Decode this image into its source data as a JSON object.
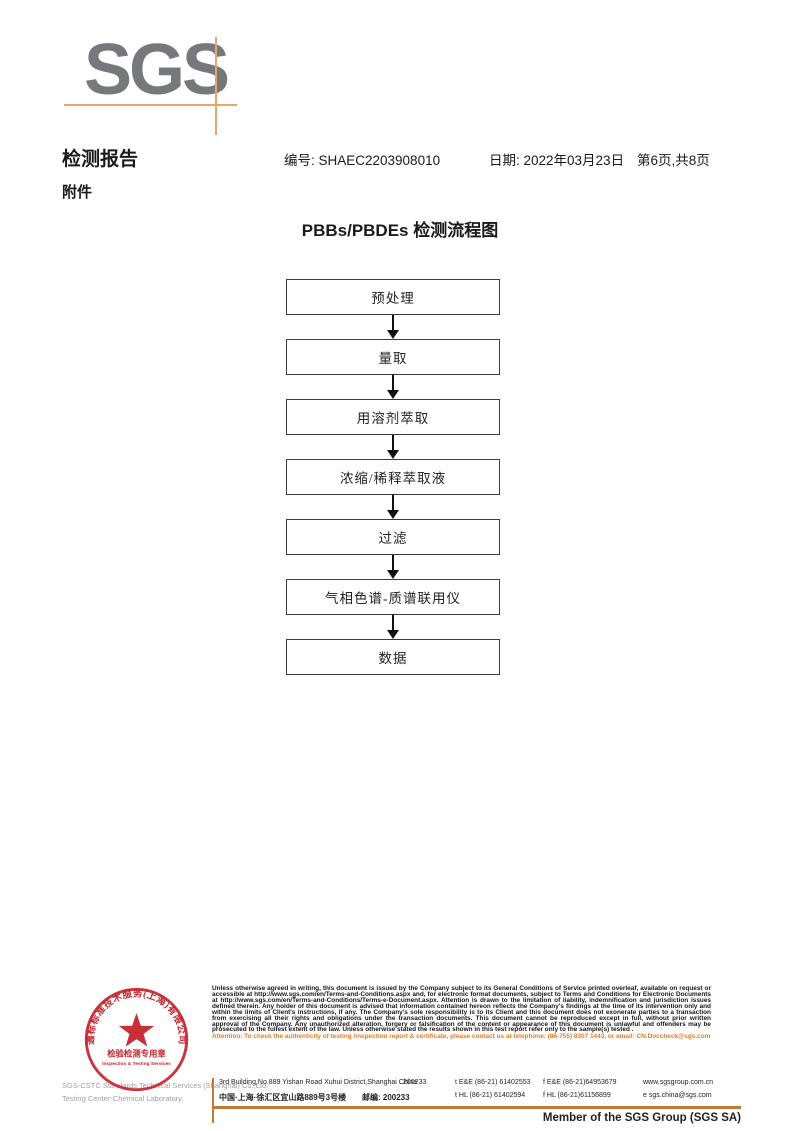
{
  "logo": {
    "text": "SGS"
  },
  "header": {
    "title": "检测报告",
    "number": "编号: SHAEC2203908010",
    "date": "日期: 2022年03月23日",
    "page": "第6页,共8页",
    "attachment": "附件"
  },
  "flowchart": {
    "title": "PBBs/PBDEs 检测流程图",
    "steps": [
      "预处理",
      "量取",
      "用溶剂萃取",
      "浓缩/稀释萃取液",
      "过滤",
      "气相色谱-质谱联用仪",
      "数据"
    ]
  },
  "stamp": {
    "ring_text": "通标标准技术服务(上海)有限公司",
    "center_cn": "检验检测专用章",
    "center_en": "Inspection & Testing Services",
    "company_en": "SGS-CSTC Standards Technical Services (Shanghai) Co.,Ltd.",
    "company_dept": "Testing Center-Chemical Laboratory."
  },
  "legal": {
    "disclaimer": "Unless otherwise agreed in writing, this document is issued by the Company subject to its General Conditions of Service printed overleaf, available on request or accessible at http://www.sgs.com/en/Terms-and-Conditions.aspx and, for electronic format documents, subject to Terms and Conditions for Electronic Documents at http://www.sgs.com/en/Terms-and-Conditions/Terms-e-Document.aspx. Attention is drawn to the limitation of liability, indemnification and jurisdiction issues defined therein. Any holder of this document is advised that information contained hereon reflects the Company's findings at the time of its intervention only and within the limits of Client's instructions, if any. The Company's sole responsibility is to its Client and this document does not exonerate parties to a transaction from exercising all their rights and obligations under the transaction documents. This document cannot be reproduced except in full, without prior written approval of the Company. Any unauthorized alteration, forgery or falsification of the content or appearance of this document is unlawful and offenders may be prosecuted to the fullest extent of the law. Unless otherwise stated the results shown in this test report refer only to the sample(s) tested .",
    "attention": "Attention: To check the authenticity of testing /inspection report & certificate, please contact us at telephone: (86-755) 8307 1443, or email: CN.Doccheck@sgs.com"
  },
  "address": {
    "en": "3rd Building,No.889 Yishan Road Xuhui District,Shanghai China",
    "postal1": "200233",
    "tel1": "t E&E (86-21) 61402553",
    "fax1": "f E&E (86-21)64953679",
    "web": "www.sgsgroup.com.cn",
    "cn": "中国·上海·徐汇区宜山路889号3号楼",
    "postal2": "邮编: 200233",
    "tel2": "t HL (86-21) 61402594",
    "fax2": "f HL (86-21)61156899",
    "email": "e  sgs.china@sgs.com"
  },
  "footer": {
    "member": "Member of the SGS Group (SGS SA)"
  },
  "colors": {
    "stamp_red": "#c5242c",
    "logo_gray": "#77787b",
    "crosshair_orange": "#e5a671",
    "attention_orange": "#e87a1e",
    "footer_line_orange": "#bf7c35"
  }
}
